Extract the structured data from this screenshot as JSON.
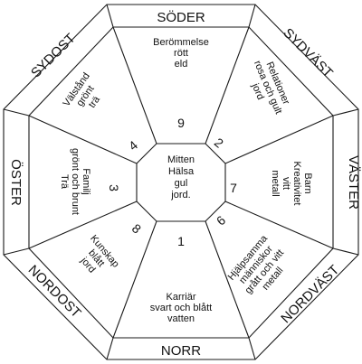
{
  "directions": {
    "s": "SÖDER",
    "sw": "SYDVÄST",
    "w": "VÄSTER",
    "nw": "NORDVÄST",
    "n": "NORR",
    "ne": "NORDOST",
    "e": "ÖSTER",
    "se": "SYDOST"
  },
  "sections": {
    "top": {
      "number": "9",
      "lines": [
        "Berömmelse",
        "rött",
        "eld"
      ]
    },
    "top_right": {
      "number": "2",
      "lines": [
        "Relationer",
        "rosa och gult",
        "jord"
      ]
    },
    "right": {
      "number": "7",
      "lines": [
        "Barn",
        "Kreativitet",
        "vitt",
        "metall"
      ]
    },
    "bottom_right": {
      "number": "6",
      "lines": [
        "Hjälpsamma",
        "människor",
        "grått och vitt",
        "metall"
      ]
    },
    "bottom": {
      "number": "1",
      "lines": [
        "Karriär",
        "svart och blått",
        "vatten"
      ]
    },
    "bottom_left": {
      "number": "8",
      "lines": [
        "Kunskap",
        "blått",
        "jord"
      ]
    },
    "left": {
      "number": "3",
      "lines": [
        "Familj",
        "grönt och brunt",
        "Trä"
      ]
    },
    "top_left": {
      "number": "4",
      "lines": [
        "Välstånd",
        "grönt",
        "trä"
      ]
    }
  },
  "center": {
    "lines": [
      "Mitten",
      "Hälsa",
      "gul",
      "jord."
    ]
  }
}
